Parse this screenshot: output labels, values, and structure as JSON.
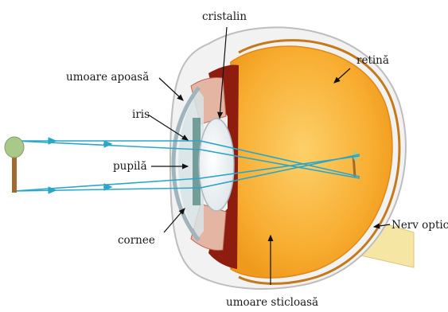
{
  "labels": {
    "cristalin": "cristalin",
    "retina": "retină",
    "umoare_apoasa": "umoare apoasă",
    "iris": "iris",
    "pupila": "pupilă",
    "cornee": "cornee",
    "nerv_optic": "Nerv optic",
    "umoare_sticloasa": "umoare sticloasă"
  },
  "colors": {
    "vitreous": "#f7a82a",
    "sclera": "#f2f2f2",
    "iris": "#8e1d10",
    "ray": "#2aa6c9",
    "optic_nerve": "#f6e6a3",
    "tree_crown": "#a9c98a",
    "tree_trunk": "#a26a2f"
  }
}
